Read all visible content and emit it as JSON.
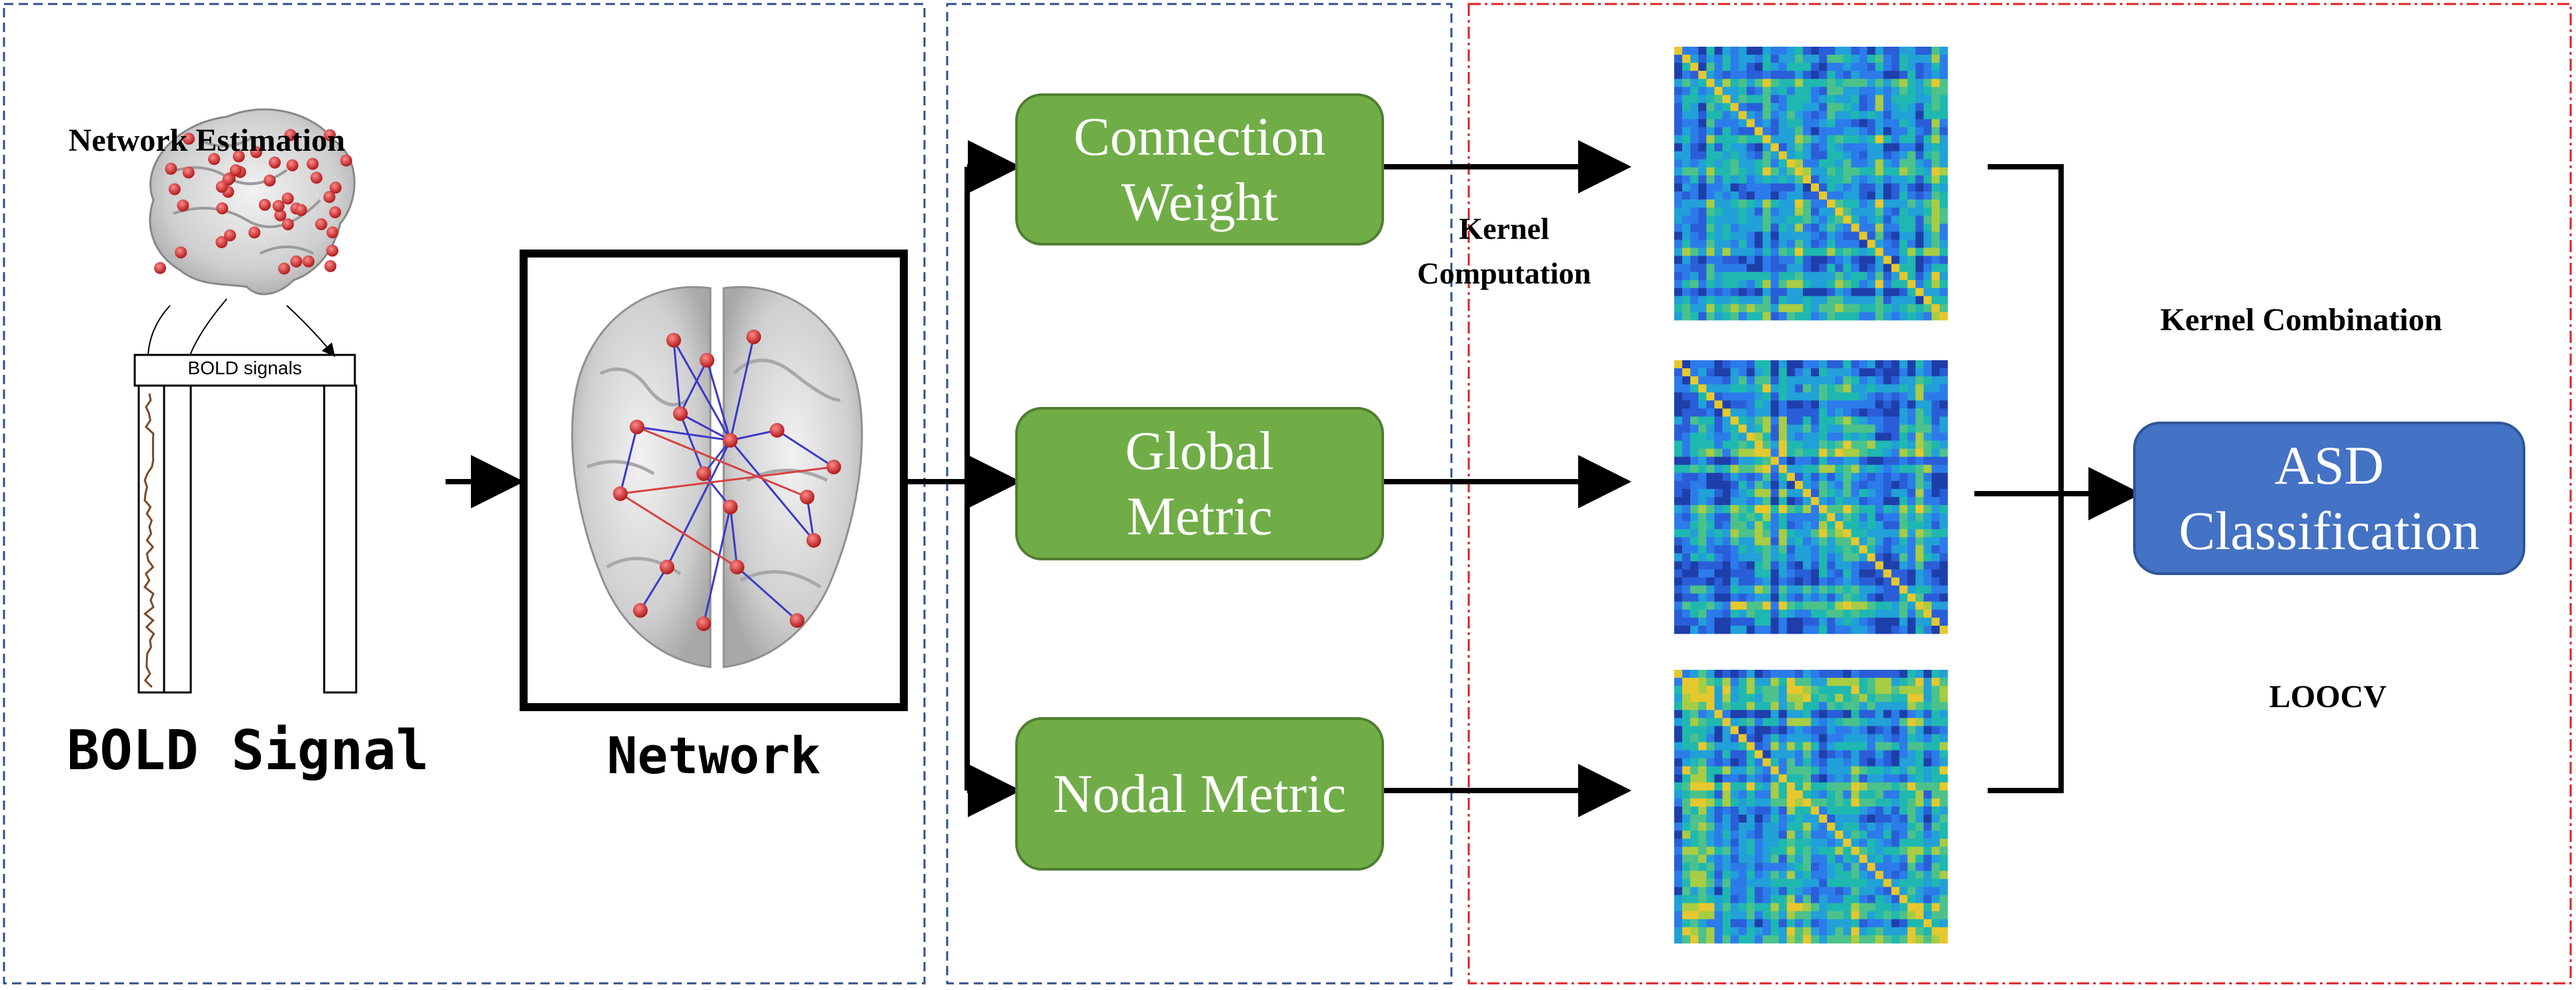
{
  "panel1": {
    "title": "Network Estimation",
    "bold_label": "BOLD signals",
    "caption": "BOLD Signal"
  },
  "panel2": {
    "caption": "Network"
  },
  "features": [
    {
      "label_line1": "Connection",
      "label_line2": "Weight"
    },
    {
      "label_line1": "Global",
      "label_line2": "Metric"
    },
    {
      "label_line1": "Nodal Metric",
      "label_line2": ""
    }
  ],
  "kernel_computation": {
    "line1": "Kernel",
    "line2": "Computation"
  },
  "kernel_combination": "Kernel Combination",
  "classifier": {
    "line1": "ASD",
    "line2": "Classification"
  },
  "loocv": "LOOCV",
  "colors": {
    "green_box": "#70AD47",
    "blue_box": "#4472C4",
    "panel_border": "#2F4F8F",
    "kernel_panel_border": "#E02020",
    "node_red": "#D42424",
    "edge_blue": "#3A3AC8"
  }
}
